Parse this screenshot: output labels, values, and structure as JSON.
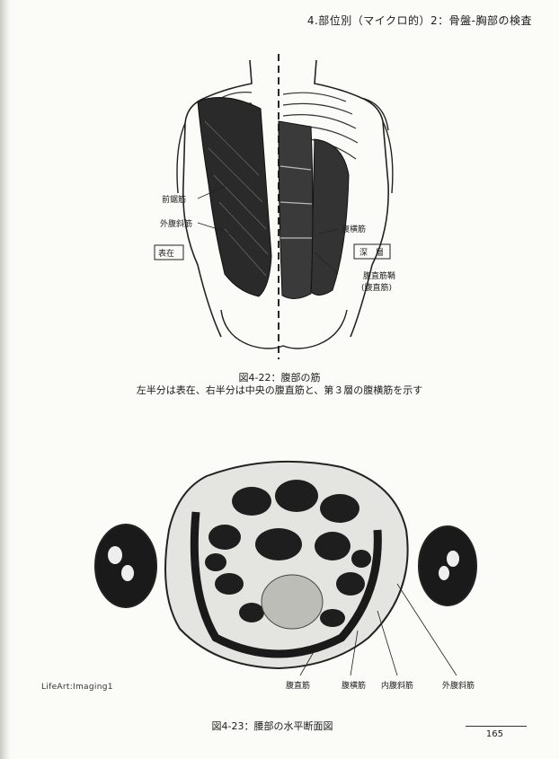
{
  "header": {
    "running_title": "4.部位別（マイクロ的）2：骨盤-胸部の検査"
  },
  "figure_22": {
    "labels": {
      "serratus": "前鋸筋",
      "external_oblique": "外腹斜筋",
      "superficial": "表在",
      "transversus": "腹横筋",
      "deep": "深　層",
      "rectus_sheath": "腹直筋鞘",
      "rectus_paren": "(腹直筋)"
    },
    "caption_title": "図4-22：腹部の筋",
    "caption_text": "左半分は表在、右半分は中央の腹直筋と、第３層の腹横筋を示す"
  },
  "figure_23": {
    "labels": {
      "rectus": "腹直筋",
      "transversus": "腹横筋",
      "internal_oblique": "内腹斜筋",
      "external_oblique": "外腹斜筋"
    },
    "credit": "LifeArt:Imaging1",
    "caption_title": "図4-23：腰部の水平断面図"
  },
  "footer": {
    "page_number": "165"
  }
}
